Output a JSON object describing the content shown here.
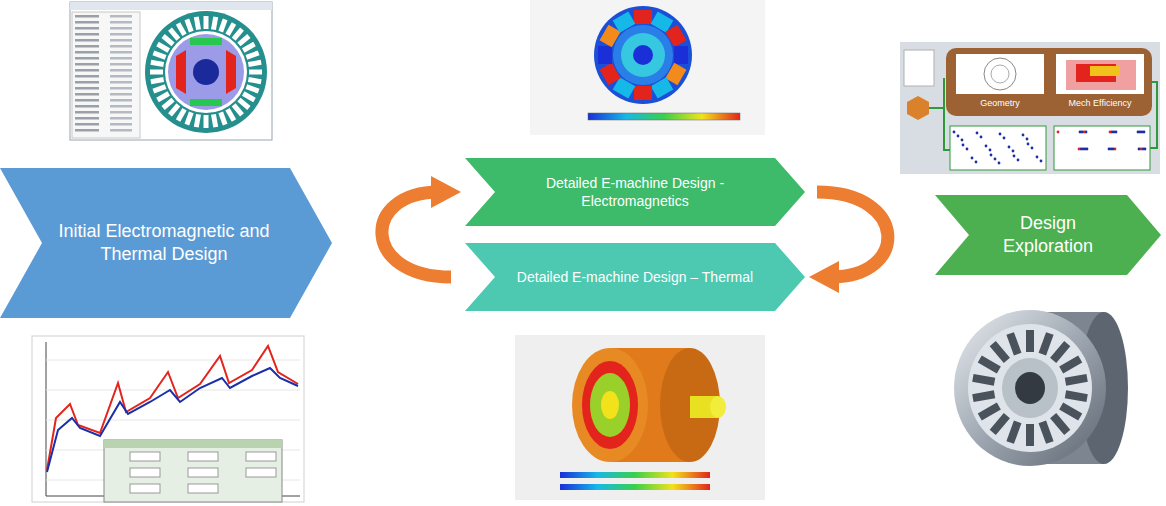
{
  "diagram": {
    "nodes": [
      {
        "text": [
          "Initial Electromagnetic and Thermal Design"
        ]
      },
      {
        "text": [
          "Detailed E-machine Design - Electromagnetics"
        ]
      },
      {
        "text": [
          "Detailed E-machine Design – Thermal"
        ]
      },
      {
        "text": [
          "Design Exploration"
        ]
      }
    ],
    "edges": [
      {
        "from": 2,
        "to": 1,
        "arrow": "to"
      },
      {
        "from": 1,
        "to": 2,
        "arrow": "to"
      }
    ],
    "labels": [
      "Geometry",
      "Mech Efficiency"
    ]
  }
}
